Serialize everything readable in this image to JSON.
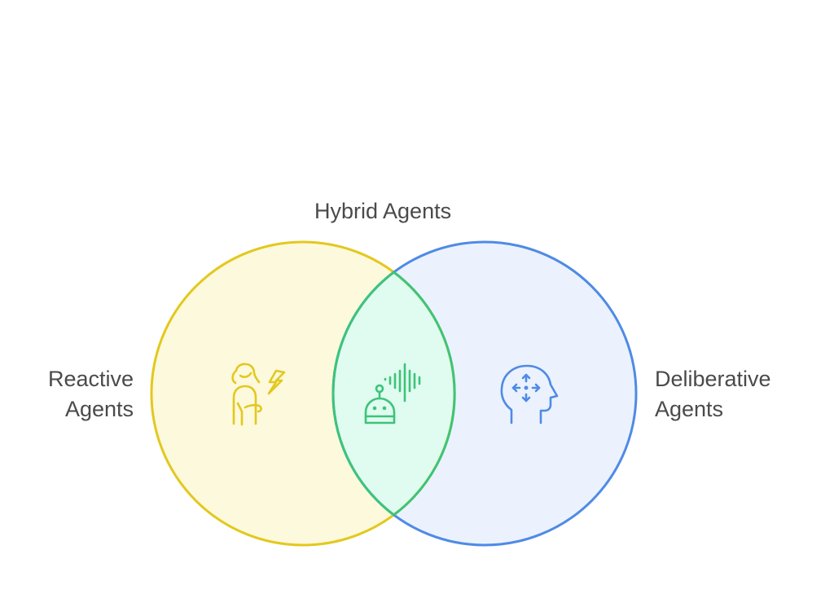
{
  "diagram": {
    "type": "venn",
    "sets": [
      {
        "id": "reactive",
        "label_lines": [
          "Reactive",
          "Agents"
        ],
        "icon": "person-lightning-icon",
        "fill": "#fdf9dc",
        "stroke": "#e3c81f"
      },
      {
        "id": "deliberative",
        "label_lines": [
          "Deliberative",
          "Agents"
        ],
        "icon": "head-arrows-icon",
        "fill": "#ebf2fd",
        "stroke": "#4f8ae6"
      }
    ],
    "intersection": {
      "id": "hybrid",
      "label": "Hybrid Agents",
      "icon": "robot-soundwave-icon",
      "fill": "#e0fbef",
      "stroke": "#3cc47a"
    },
    "text_color": "#4a4a4a"
  }
}
